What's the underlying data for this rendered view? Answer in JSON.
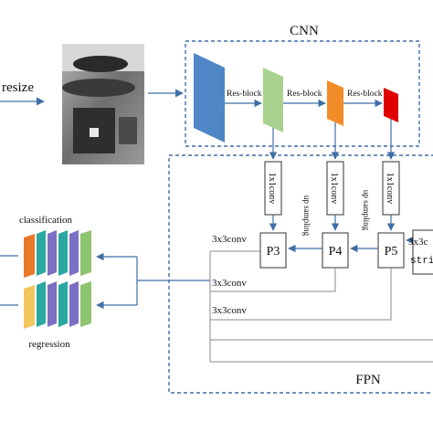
{
  "labels": {
    "resize": "resize",
    "cnn": "CNN",
    "fpn": "FPN",
    "res_block_1": "Res-block",
    "res_block_2": "Res-block",
    "res_block_3": "Res-block",
    "conv1x1": "1x1conv",
    "up_sampling": "up sampling",
    "p3": "P3",
    "p4": "P4",
    "p5": "P5",
    "conv3x3_p3": "3x3conv",
    "conv3x3_2": "3x3conv",
    "conv3x3_3": "3x3conv",
    "p5_right_text_1": "3x3c",
    "p5_right_text_2": "stri",
    "classification": "classification",
    "regression": "regression"
  },
  "colors": {
    "arrow": "#3f6fa6",
    "dashed_border": "#3f6fa6",
    "cnn_block_1": "#4f86c6",
    "cnn_block_2": "#a9d18e",
    "cnn_block_3": "#f28c28",
    "cnn_block_4": "#e00000",
    "head_orange": "#e8782a",
    "head_yellow": "#f4c65e",
    "head_teal": "#2aa7a0",
    "head_purple": "#7b6fc4",
    "head_green": "#8fc46f"
  }
}
